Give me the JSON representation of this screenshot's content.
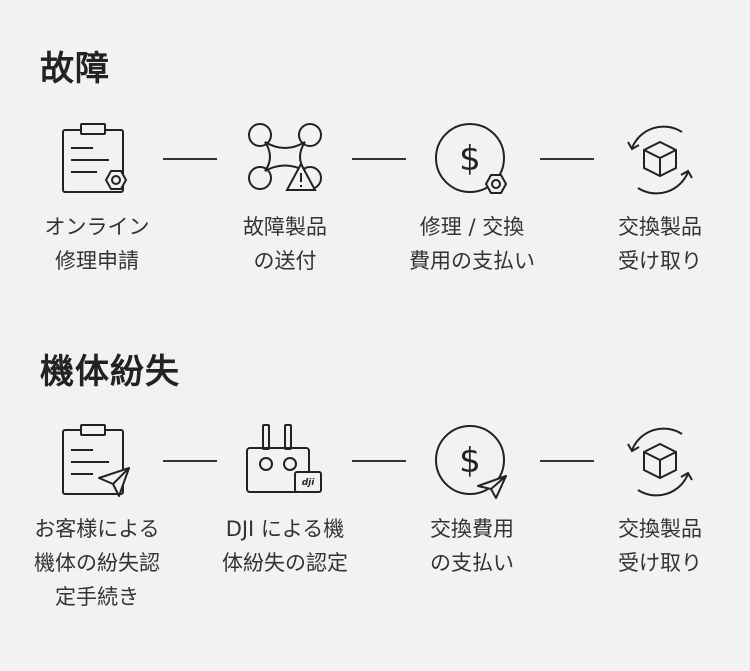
{
  "sections": [
    {
      "title": "故障",
      "steps": [
        {
          "icon": "clipboard-bolt-icon",
          "lines": [
            "オンライン",
            "修理申請"
          ]
        },
        {
          "icon": "drone-warning-icon",
          "lines": [
            "故障製品",
            "の送付"
          ]
        },
        {
          "icon": "dollar-bolt-icon",
          "lines": [
            "修理 / 交換",
            "費用の支払い"
          ]
        },
        {
          "icon": "box-cycle-icon",
          "lines": [
            "交換製品",
            "受け取り"
          ]
        }
      ]
    },
    {
      "title": "機体紛失",
      "steps": [
        {
          "icon": "clipboard-send-icon",
          "lines": [
            "お客様による",
            "機体の紛失認",
            "定手続き"
          ]
        },
        {
          "icon": "remote-controller-icon",
          "lines": [
            "DJI による機",
            "体紛失の認定"
          ],
          "badge": "dji"
        },
        {
          "icon": "dollar-send-icon",
          "lines": [
            "交換費用",
            "の支払い"
          ]
        },
        {
          "icon": "box-cycle-icon",
          "lines": [
            "交換製品",
            "受け取り"
          ]
        }
      ]
    }
  ]
}
